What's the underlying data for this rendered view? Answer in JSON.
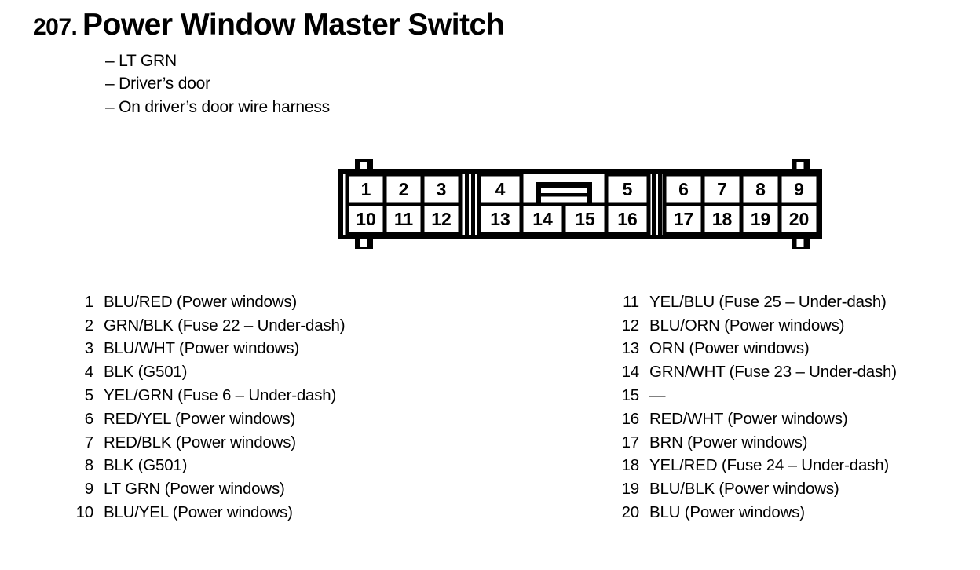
{
  "colors": {
    "ink": "#000000",
    "paper": "#ffffff"
  },
  "header": {
    "number": "207.",
    "title": "Power Window Master Switch",
    "details": [
      "– LT GRN",
      "– Driver’s door",
      "– On driver’s door wire harness"
    ]
  },
  "connector": {
    "top_row": [
      "1",
      "2",
      "3",
      "4",
      "5",
      "6",
      "7",
      "8",
      "9"
    ],
    "bottom_row": [
      "10",
      "11",
      "12",
      "13",
      "14",
      "15",
      "16",
      "17",
      "18",
      "19",
      "20"
    ]
  },
  "pins": {
    "left": [
      {
        "num": "1",
        "desc": "BLU/RED (Power windows)"
      },
      {
        "num": "2",
        "desc": "GRN/BLK (Fuse 22 – Under-dash)"
      },
      {
        "num": "3",
        "desc": "BLU/WHT (Power windows)"
      },
      {
        "num": "4",
        "desc": "BLK (G501)"
      },
      {
        "num": "5",
        "desc": "YEL/GRN (Fuse 6 – Under-dash)"
      },
      {
        "num": "6",
        "desc": "RED/YEL (Power windows)"
      },
      {
        "num": "7",
        "desc": "RED/BLK (Power windows)"
      },
      {
        "num": "8",
        "desc": "BLK (G501)"
      },
      {
        "num": "9",
        "desc": "LT GRN (Power windows)"
      },
      {
        "num": "10",
        "desc": "BLU/YEL (Power windows)"
      }
    ],
    "right": [
      {
        "num": "11",
        "desc": "YEL/BLU (Fuse 25 – Under-dash)"
      },
      {
        "num": "12",
        "desc": "BLU/ORN (Power windows)"
      },
      {
        "num": "13",
        "desc": "ORN (Power windows)"
      },
      {
        "num": "14",
        "desc": "GRN/WHT (Fuse 23 – Under-dash)"
      },
      {
        "num": "15",
        "desc": "—"
      },
      {
        "num": "16",
        "desc": "RED/WHT (Power windows)"
      },
      {
        "num": "17",
        "desc": "BRN (Power windows)"
      },
      {
        "num": "18",
        "desc": "YEL/RED (Fuse 24 – Under-dash)"
      },
      {
        "num": "19",
        "desc": "BLU/BLK (Power windows)"
      },
      {
        "num": "20",
        "desc": "BLU (Power windows)"
      }
    ]
  }
}
